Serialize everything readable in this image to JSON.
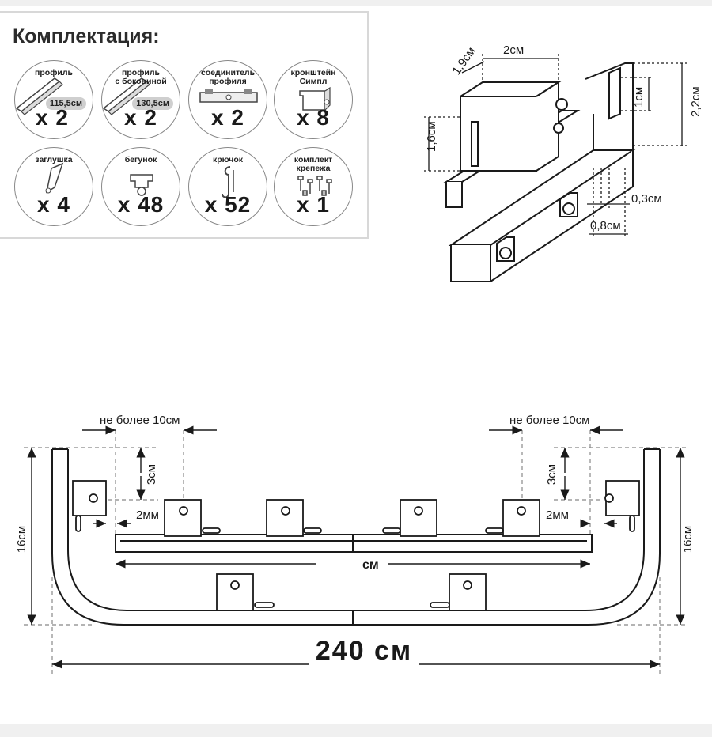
{
  "kit": {
    "title": "Комплектация:",
    "items": [
      {
        "label": "профиль",
        "qty": "x 2",
        "length": "115,5см",
        "icon": "profile-icon"
      },
      {
        "label": "профиль\nс боковиной",
        "qty": "x 2",
        "length": "130,5см",
        "icon": "side-profile-icon"
      },
      {
        "label": "соединитель\nпрофиля",
        "qty": "x 2",
        "icon": "connector-icon"
      },
      {
        "label": "кронштейн\nСимпл",
        "qty": "x 8",
        "icon": "bracket-icon"
      },
      {
        "label": "заглушка",
        "qty": "x 4",
        "icon": "end-cap-icon"
      },
      {
        "label": "бегунок",
        "qty": "x 48",
        "icon": "runner-icon"
      },
      {
        "label": "крючок",
        "qty": "x 52",
        "icon": "hook-icon"
      },
      {
        "label": "комплект\nкрепежа",
        "qty": "x 1",
        "icon": "screws-icon"
      }
    ]
  },
  "detail": {
    "dims": {
      "bracket_width": "2см",
      "bracket_depth": "1,9см",
      "bracket_height": "1,6см",
      "rail_height": "2,2см",
      "rail_inner": "1см",
      "gap": "0,3см",
      "channel": "0,8см"
    }
  },
  "plan": {
    "note_left": "не более 10см",
    "note_right": "не более 10см",
    "offset_left": "3см",
    "offset_right": "3см",
    "gap_left": "2мм",
    "gap_right": "2мм",
    "inner_length": "см",
    "height_left": "16см",
    "height_right": "16см",
    "total_length": "240 см"
  },
  "colors": {
    "line": "#1a1a1a",
    "dash": "#888888",
    "badge": "#cfcfcf"
  }
}
